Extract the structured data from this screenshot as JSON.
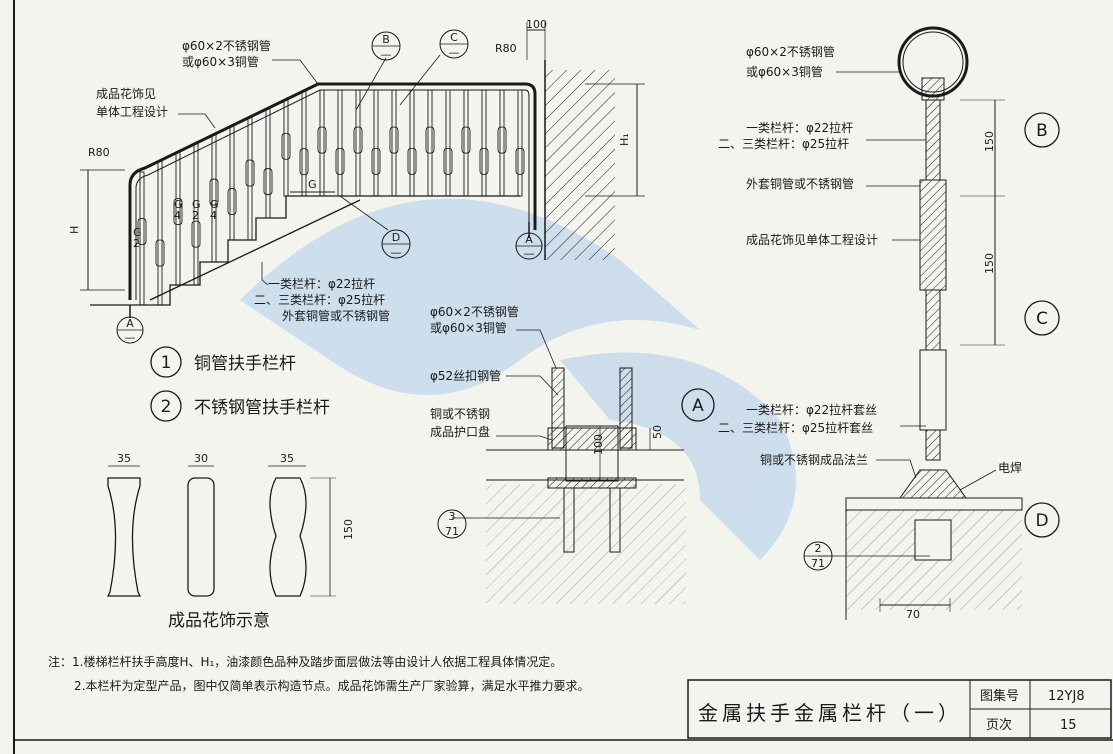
{
  "colors": {
    "ink": "#1a1a1a",
    "paper": "#f4f4ef",
    "watermark": "#9ec3e8"
  },
  "stair_elevation": {
    "top_tube_label_1": "φ60×2不锈钢管",
    "top_tube_label_2": "或φ60×3铜管",
    "decor_label_1": "成品花饰见",
    "decor_label_2": "单体工程设计",
    "radius_left": "R80",
    "radius_right": "R80",
    "dim_100": "100",
    "dim_h": "H",
    "dim_h1": "H₁",
    "dim_g": "G",
    "dim_g2": "G\n2",
    "dim_g4": "G\n4",
    "rod_label_1": "一类栏杆：φ22拉杆",
    "rod_label_2": "二、三类栏杆：φ25拉杆",
    "rod_label_3": "外套铜管或不锈钢管"
  },
  "markers": {
    "B": "B",
    "C": "C",
    "D": "D",
    "A": "A",
    "dash": "—"
  },
  "legend": {
    "item1_num": "1",
    "item1_text": "铜管扶手栏杆",
    "item2_num": "2",
    "item2_text": "不锈钢管扶手栏杆"
  },
  "decor_sample": {
    "w1": "35",
    "w2": "30",
    "w3": "35",
    "height": "150",
    "caption": "成品花饰示意"
  },
  "detail_a": {
    "tag": "A",
    "tube_label_1": "φ60×2不锈钢管",
    "tube_label_2": "或φ60×3铜管",
    "sleeve_label": "φ52丝扣钢管",
    "cap_label_1": "铜或不锈钢",
    "cap_label_2": "成品护口盘",
    "dim_100": "100",
    "dim_50": "50",
    "ref_top": "3",
    "ref_bottom": "71"
  },
  "detail_bcd": {
    "tube_label_1": "φ60×2不锈钢管",
    "tube_label_2": "或φ60×3铜管",
    "rod_label_1": "一类栏杆：φ22拉杆",
    "rod_label_2": "二、三类栏杆：φ25拉杆",
    "sleeve_label": "外套铜管或不锈钢管",
    "decor_label": "成品花饰见单体工程设计",
    "thread_label_1": "一类栏杆：φ22拉杆套丝",
    "thread_label_2": "二、三类栏杆：φ25拉杆套丝",
    "flange_label": "铜或不锈钢成品法兰",
    "weld_label": "电焊",
    "dim_150_a": "150",
    "dim_150_b": "150",
    "dim_70": "70",
    "tag_b": "B",
    "tag_c": "C",
    "tag_d": "D",
    "ref_top": "2",
    "ref_bottom": "71"
  },
  "notes": {
    "line1": "注：1.楼梯栏杆扶手高度H、H₁，油漆颜色品种及踏步面层做法等由设计人依据工程具体情况定。",
    "line2": "2.本栏杆为定型产品，图中仅简单表示构造节点。成品花饰需生产厂家验算，满足水平推力要求。"
  },
  "title_block": {
    "title": "金属扶手金属栏杆（一）",
    "atlas_label": "图集号",
    "atlas_value": "12YJ8",
    "page_label": "页次",
    "page_value": "15"
  }
}
